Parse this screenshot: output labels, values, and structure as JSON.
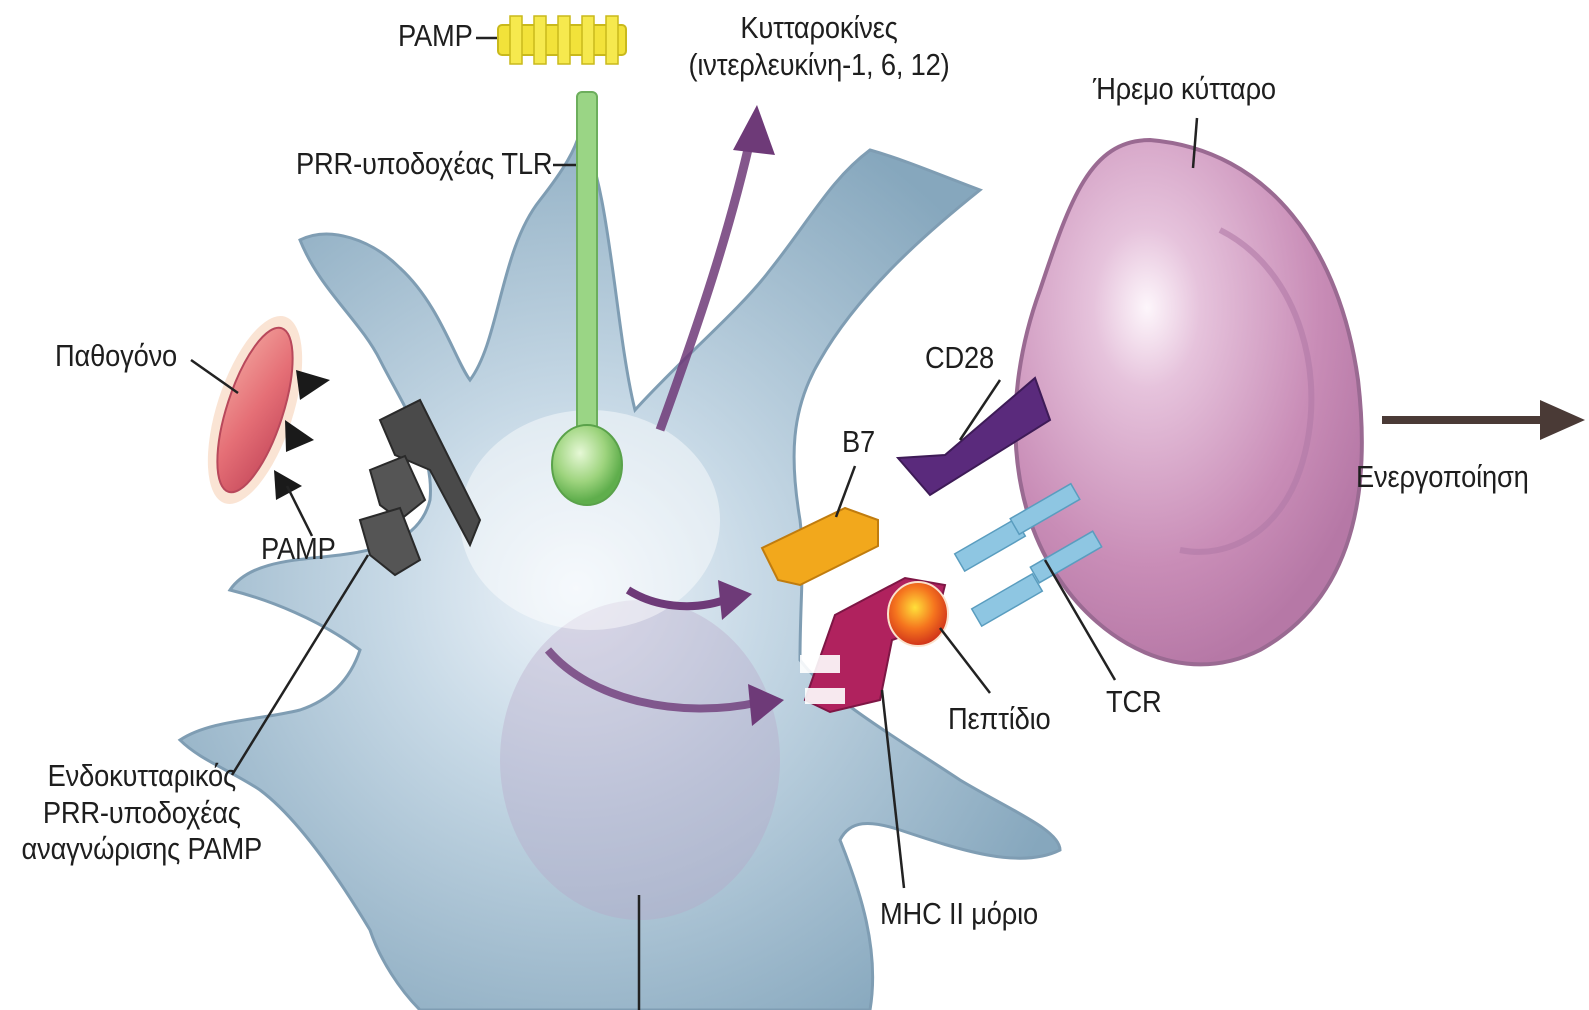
{
  "labels": {
    "pamp_top": "PAMP",
    "cytokines_line1": "Κυτταροκίνες",
    "cytokines_line2": "(ιντερλευκίνη-1, 6, 12)",
    "resting_cell": "Ήρεμο κύτταρο",
    "prr_tlr": "PRR-υποδοχέας TLR",
    "pathogen": "Παθογόνο",
    "cd28": "CD28",
    "b7": "B7",
    "activation": "Ενεργοποίηση",
    "pamp_left": "PAMP",
    "peptide": "Πεπτίδιο",
    "tcr": "TCR",
    "endo_line1": "Ενδοκυτταρικός",
    "endo_line2": "PRR-υποδοχέας",
    "endo_line3": "αναγνώρισης PAMP",
    "mhc2": "MHC II μόριο"
  },
  "colors": {
    "dendritic_cell": "#a9c6d8",
    "resting_cell": "#d8a8c8",
    "tlr_receptor": "#8fcf7a",
    "pamp": "#f2e23a",
    "cytokine_arrow": "#6e3a78",
    "cd28": "#5a2a7c",
    "b7": "#f2a81c",
    "mhc2": "#b0225e",
    "peptide": "#f06a1e",
    "tcr": "#8ec6e2",
    "pathogen": "#e8707a",
    "activation_arrow": "#4a3a36"
  },
  "icons": {
    "dendritic_cell": "dendritic-cell-icon",
    "resting_cell": "lymphocyte-icon",
    "pathogen": "bacterium-icon"
  }
}
